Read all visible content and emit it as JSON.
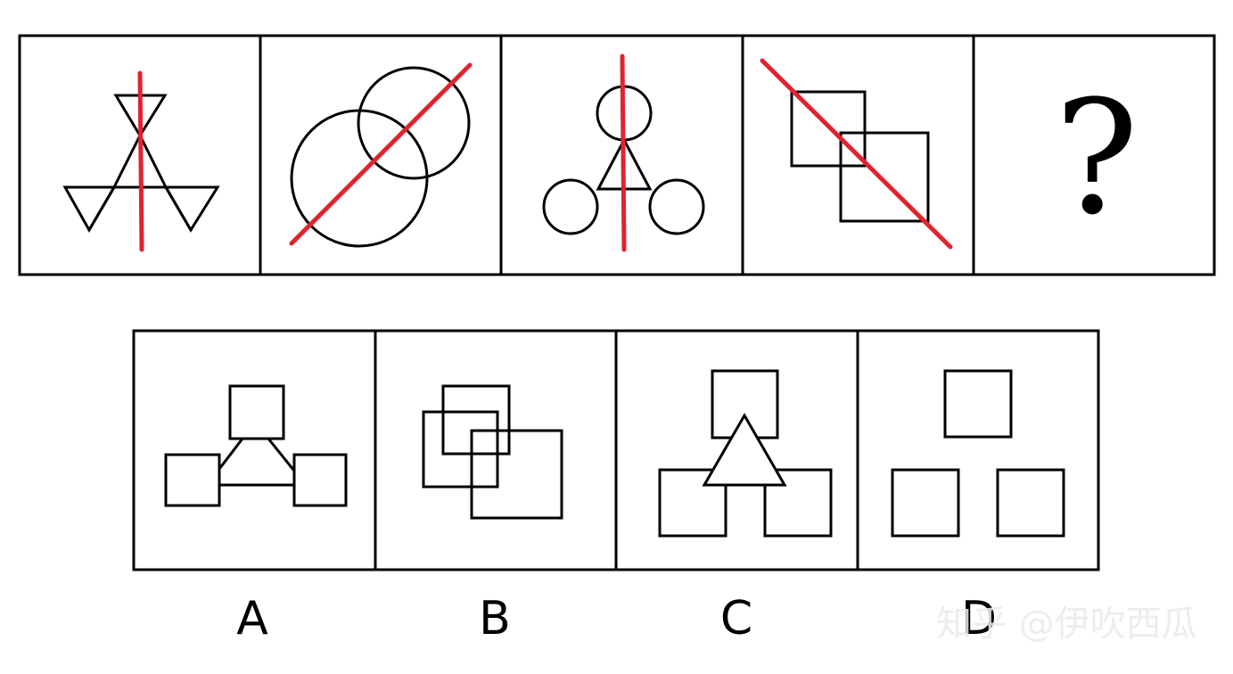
{
  "question": {
    "placeholder": "?"
  },
  "options": [
    {
      "label": "A"
    },
    {
      "label": "B"
    },
    {
      "label": "C"
    },
    {
      "label": "D"
    }
  ],
  "watermark": "知乎 @伊吹西瓜",
  "colors": {
    "stroke": "#000000",
    "symmetry_axis": "#e0232e",
    "background": "#ffffff"
  }
}
